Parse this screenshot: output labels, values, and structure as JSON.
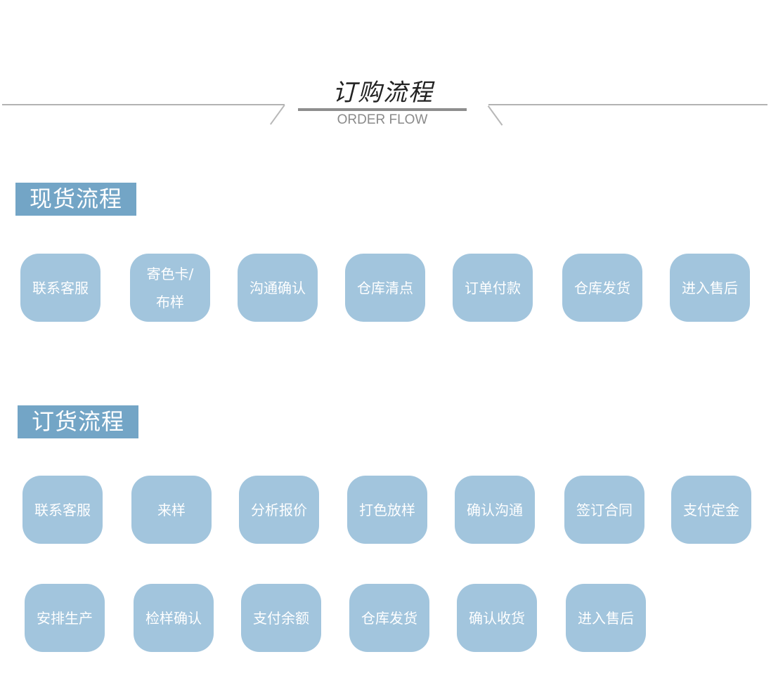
{
  "header": {
    "title_cn": "订购流程",
    "title_en": "ORDER FLOW"
  },
  "colors": {
    "section_label_bg": "#73a5c6",
    "step_bg": "#a2c5dd",
    "step_text": "#ffffff",
    "rule_line": "#b3b3b3"
  },
  "spot_flow": {
    "label": "现货流程",
    "steps": [
      {
        "label": "联系客服"
      },
      {
        "label": "寄色卡/布样"
      },
      {
        "label": "沟通确认"
      },
      {
        "label": "仓库清点"
      },
      {
        "label": "订单付款"
      },
      {
        "label": "仓库发货"
      },
      {
        "label": "进入售后"
      }
    ]
  },
  "order_flow": {
    "label": "订货流程",
    "steps": [
      {
        "label": "联系客服"
      },
      {
        "label": "来样"
      },
      {
        "label": "分析报价"
      },
      {
        "label": "打色放样"
      },
      {
        "label": "确认沟通"
      },
      {
        "label": "签订合同"
      },
      {
        "label": "支付定金"
      },
      {
        "label": "安排生产"
      },
      {
        "label": "检样确认"
      },
      {
        "label": "支付余额"
      },
      {
        "label": "仓库发货"
      },
      {
        "label": "确认收货"
      },
      {
        "label": "进入售后"
      }
    ]
  }
}
